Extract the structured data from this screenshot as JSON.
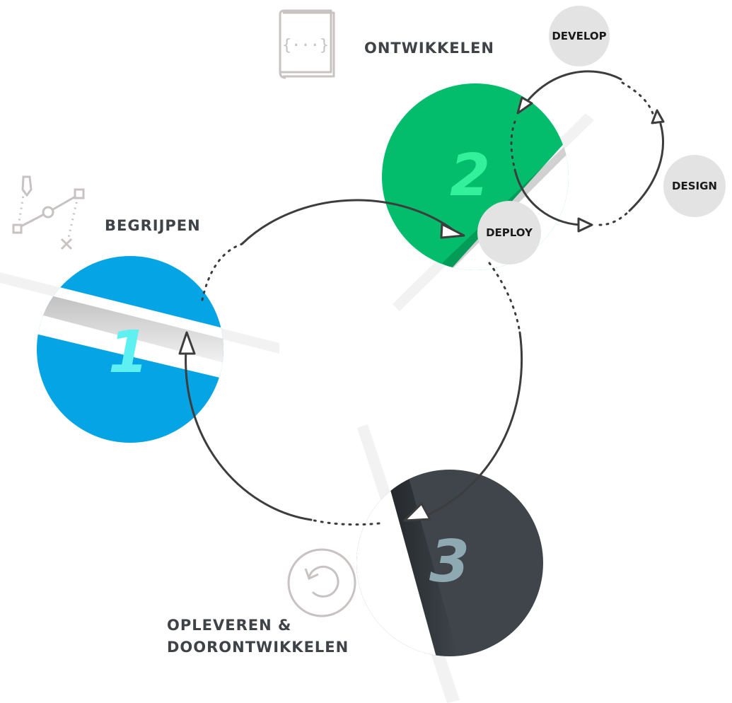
{
  "phases": [
    {
      "number": "1",
      "label": "BEGRIJPEN",
      "color": "#05a4e4",
      "number_color": "#5ff0f2",
      "icon": "vector-path-icon"
    },
    {
      "number": "2",
      "label": "ONTWIKKELEN",
      "color": "#04bd6c",
      "number_color": "#33f09a",
      "icon": "code-scroll-icon"
    },
    {
      "number": "3",
      "label_line1": "OPLEVEREN &",
      "label_line2": "DOORONTWIKKELEN",
      "color": "#3f454b",
      "number_color": "#8fa9b3",
      "icon": "refresh-icon"
    }
  ],
  "cycle": {
    "develop": "DEVELOP",
    "design": "DESIGN",
    "deploy": "DEPLOY"
  },
  "colors": {
    "arrow": "#3d3d3d",
    "bubble": "#e3e3e3",
    "icon": "#c8c2c2",
    "text": "#3f4347"
  }
}
